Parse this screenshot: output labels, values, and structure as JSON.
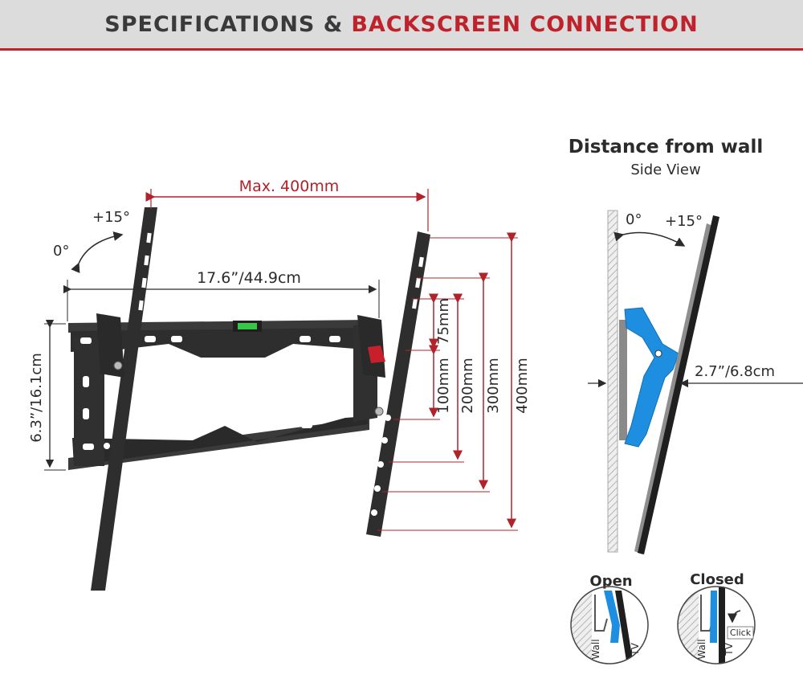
{
  "header": {
    "title_prefix": "SPECIFICATIONS &",
    "title_highlight": "BACKSCREEN CONNECTION"
  },
  "colors": {
    "accent_red": "#b0232a",
    "header_bg": "#dcdcdc",
    "bracket_black": "#2e2e2e",
    "clip_blue": "#1e8fe0",
    "level_green": "#39c548"
  },
  "front_view": {
    "max_width": "Max. 400mm",
    "tilt_plus": "+15°",
    "tilt_zero": "0°",
    "wall_plate_width": "17.6”/44.9cm",
    "wall_plate_height": "6.3”/16.1cm",
    "vesa_heights": [
      "75mm",
      "100mm",
      "200mm",
      "300mm",
      "400mm"
    ]
  },
  "side_view": {
    "title": "Distance from wall",
    "subtitle": "Side View",
    "tilt_zero": "0°",
    "tilt_plus": "+15°",
    "distance": "2.7”/6.8cm"
  },
  "detail_open": {
    "title": "Open",
    "wall_label": "Wall",
    "tv_label": "TV"
  },
  "detail_closed": {
    "title": "Closed",
    "wall_label": "Wall",
    "tv_label": "TV",
    "click_label": "Click"
  }
}
